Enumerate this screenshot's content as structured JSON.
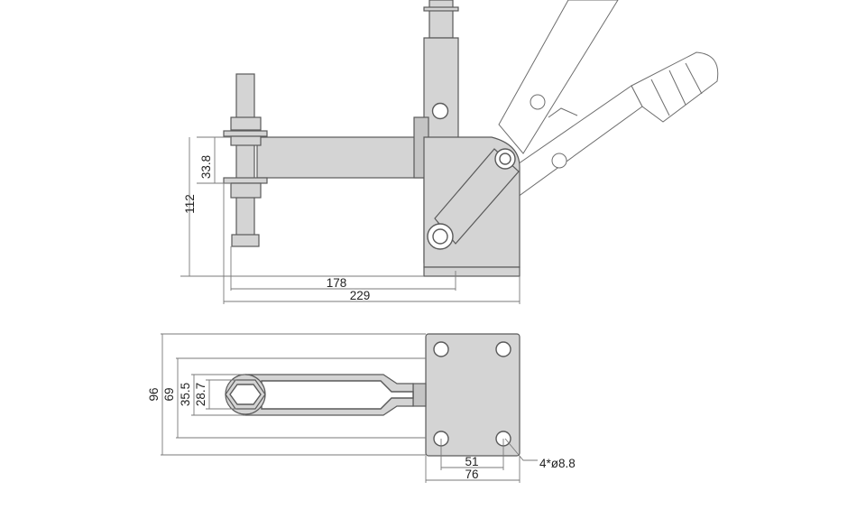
{
  "front_view": {
    "dimensions": {
      "clamp_height": "33.8",
      "vertical_reach": "112",
      "arm_length": "178",
      "overall_length": "229"
    }
  },
  "top_view": {
    "dimensions": {
      "overall_width": "96",
      "arm_width": "69",
      "spindle_outer": "35.5",
      "spindle_inner": "28.7",
      "hole_spacing_x": "51",
      "base_length": "76",
      "mounting_holes": "4*ø8.8"
    }
  }
}
